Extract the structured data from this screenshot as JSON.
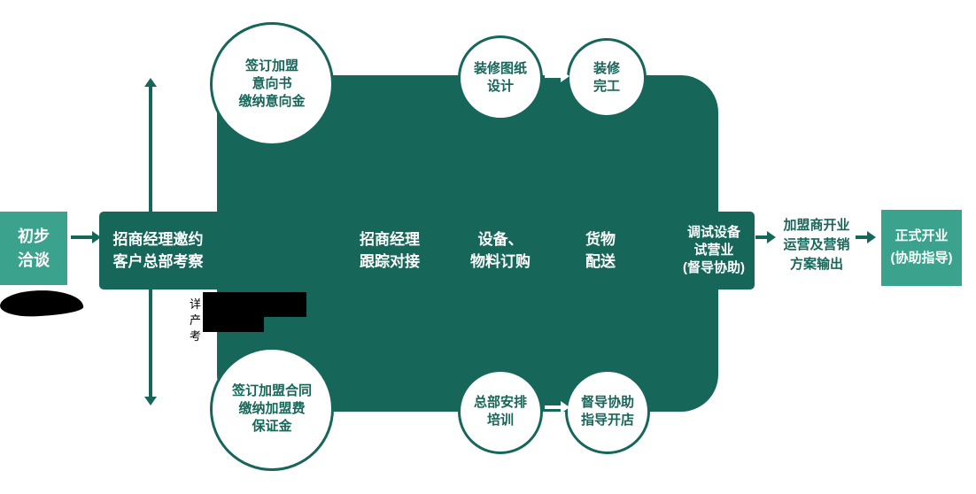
{
  "colors": {
    "teal": "#3BA28D",
    "dark_green": "#17665A",
    "white": "#FFFFFF",
    "black": "#000000"
  },
  "flow": {
    "start": {
      "label": "初步\n洽谈"
    },
    "band_steps": [
      {
        "label": "招商经理邀约\n客户总部考察"
      },
      {
        "label": "招商经理\n跟踪对接"
      },
      {
        "label": "设备、\n物料订购"
      },
      {
        "label": "货物\n配送"
      },
      {
        "label": "调试设备\n试营业\n(督导协助)"
      }
    ],
    "top_circles": [
      {
        "label": "签订加盟\n意向书\n缴纳意向金"
      },
      {
        "label": "装修图纸\n设计"
      },
      {
        "label": "装修\n完工"
      }
    ],
    "bottom_circles": [
      {
        "label": "签订加盟合同\n缴纳加盟费\n保证金"
      },
      {
        "label": "总部安排\n培训"
      },
      {
        "label": "督导协助\n指导开店"
      }
    ],
    "output_text": {
      "label": "加盟商开业\n运营及营销\n方案输出"
    },
    "end": {
      "label": "正式开业\n(协助指导)"
    },
    "redacted_fragments": [
      "详",
      "产",
      "考"
    ]
  }
}
